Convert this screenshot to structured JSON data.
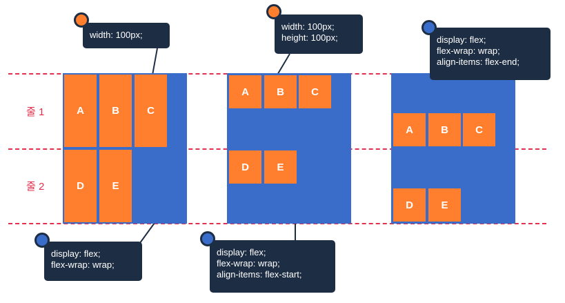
{
  "row_labels": [
    "줄 1",
    "줄 2"
  ],
  "panels": [
    {
      "items_row1": [
        "A",
        "B",
        "C"
      ],
      "items_row2": [
        "D",
        "E"
      ],
      "top_callout": [
        "width: 100px;"
      ],
      "bottom_callout": [
        "display: flex;",
        "flex-wrap: wrap;"
      ]
    },
    {
      "items_row1": [
        "A",
        "B",
        "C"
      ],
      "items_row2": [
        "D",
        "E"
      ],
      "top_callout": [
        "width: 100px;",
        "height: 100px;"
      ],
      "bottom_callout": [
        "display: flex;",
        "flex-wrap: wrap;",
        "align-items: flex-start;"
      ]
    },
    {
      "items_row1": [
        "A",
        "B",
        "C"
      ],
      "items_row2": [
        "D",
        "E"
      ],
      "top_callout": [
        "display: flex;",
        "flex-wrap: wrap;",
        "align-items: flex-end;"
      ]
    }
  ],
  "colors": {
    "container": "#3a6cc9",
    "item": "#ff7f2e",
    "callout": "#1d2d44",
    "dashed_line": "#e0304e"
  }
}
